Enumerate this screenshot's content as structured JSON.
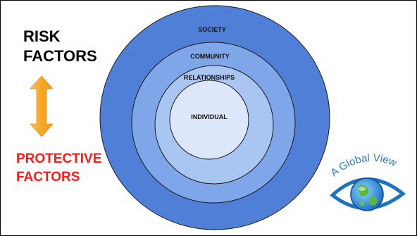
{
  "left_panel": {
    "risk_line1": "RISK",
    "risk_line2": "FACTORS",
    "protective_line1": "PROTECTIVE",
    "protective_line2": "FACTORS",
    "arrow_icon": "double-arrow-vertical-icon"
  },
  "model": {
    "rings": [
      {
        "label": "SOCIETY",
        "color": "#4f7fd6"
      },
      {
        "label": "COMMUNITY",
        "color": "#7ea6e8"
      },
      {
        "label": "RELATIONSHIPS",
        "color": "#a9c5f2"
      },
      {
        "label": "INDIVIDUAL",
        "color": "#dde7fb"
      }
    ]
  },
  "logo": {
    "text": "A Global View",
    "icon": "eye-globe-icon"
  },
  "colors": {
    "risk_text": "#000000",
    "protective_text": "#ff1a1a",
    "arrow": "#f6a623",
    "ring_outline": "#1a1a1a"
  }
}
